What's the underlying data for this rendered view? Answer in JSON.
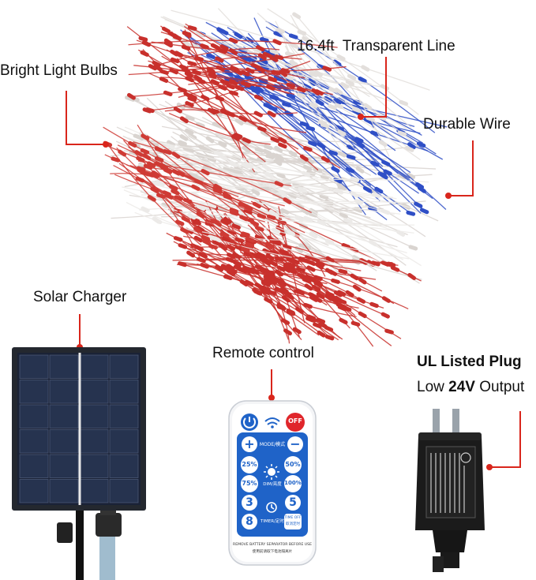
{
  "callouts": {
    "bright_bulbs": "Bright Light Bulbs",
    "transparent_line": "16.4ft  Transparent Line",
    "durable_wire": "Durable Wire",
    "solar_charger": "Solar Charger",
    "remote_control": "Remote control",
    "ul_title": "UL Listed Plug",
    "ul_sub_prefix": "Low ",
    "ul_sub_strong": "24V",
    "ul_sub_suffix": " Output"
  },
  "remote": {
    "off": "OFF",
    "mode": "MODE/模式",
    "plus": "+",
    "minus": "−",
    "b25": "25%",
    "b50": "50%",
    "b75": "75%",
    "b100": "100%",
    "dim": "DIM/亮度",
    "n3": "3",
    "n5": "5",
    "n8": "8",
    "timer": "TIMER/定时",
    "time_off": "TIME OFF",
    "time_off_cn": "取消定时",
    "footer1": "REMOVE BATTERY SEPARATOR BEFORE USE",
    "footer2": "使用前请取下电池隔离片"
  },
  "colors": {
    "red": "#c8302c",
    "blue": "#2f4fc6",
    "white_wire": "#d9d4d0",
    "accent_red": "#d9261c",
    "remote_blue": "#1f63c8",
    "panel_dark": "#1d2230"
  },
  "icons": [
    "power-icon",
    "wifi-icon",
    "sun-icon",
    "alarm-clock-icon"
  ]
}
